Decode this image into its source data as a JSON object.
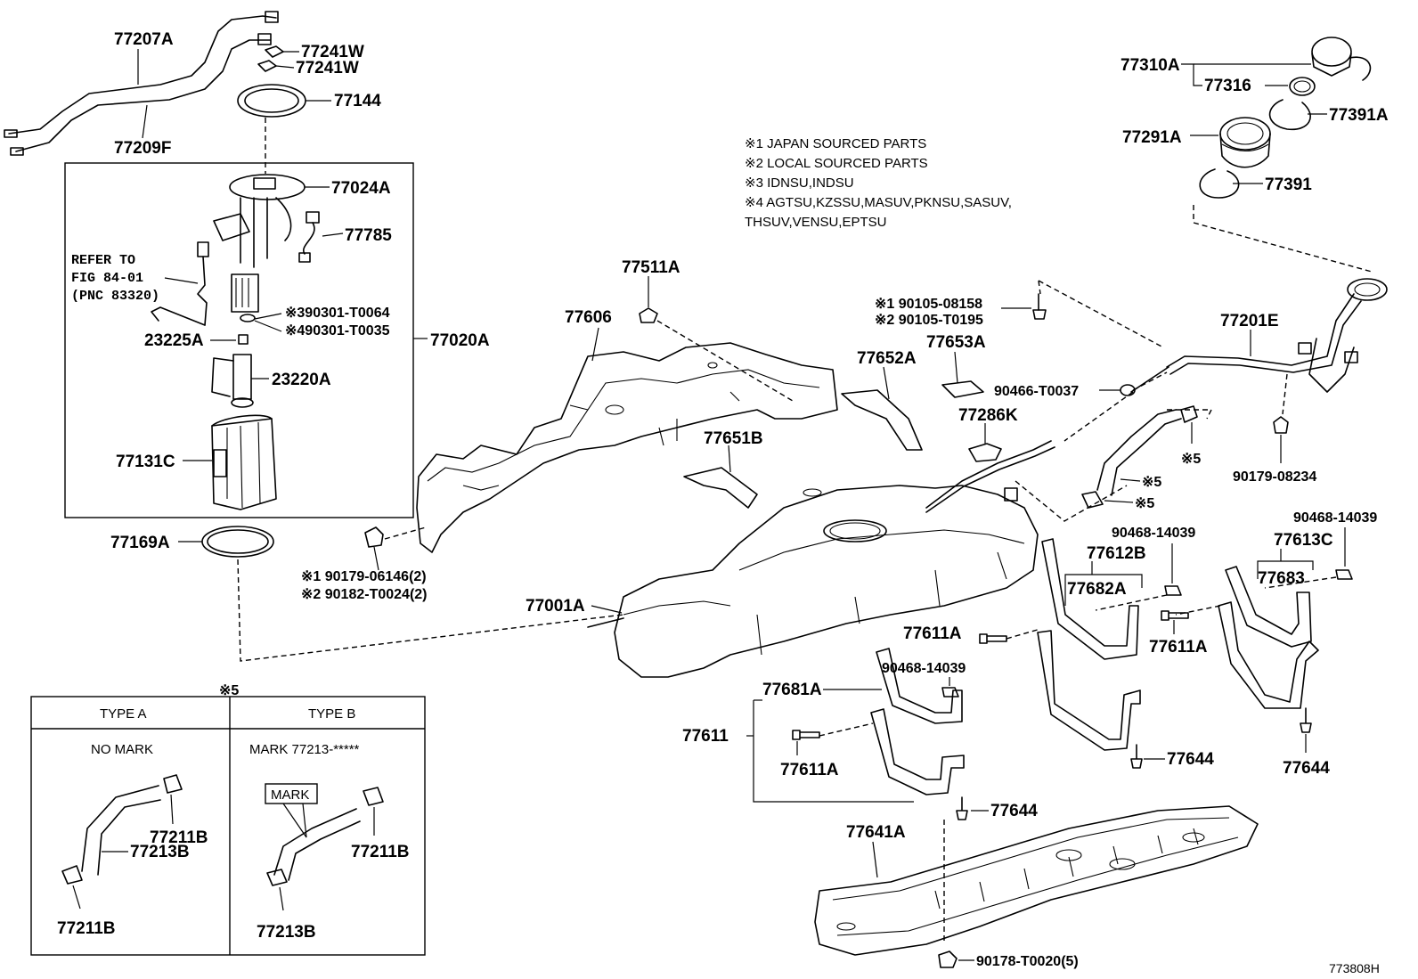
{
  "diagram_code": "773808H",
  "notes": {
    "n1": "※1 JAPAN SOURCED PARTS",
    "n2": "※2 LOCAL SOURCED PARTS",
    "n3": "※3 IDNSU,INDSU",
    "n4a": "※4 AGTSU,KZSSU,MASUV,PKNSU,SASUV,",
    "n4b": "THSUV,VENSU,EPTSU"
  },
  "refer": {
    "line1": "REFER TO",
    "line2": "FIG 84-01",
    "line3": "(PNC 83320)"
  },
  "labels": {
    "p77207A": "77207A",
    "p77209F": "77209F",
    "p77241W_1": "77241W",
    "p77241W_2": "77241W",
    "p77144": "77144",
    "p77024A": "77024A",
    "p77785": "77785",
    "p90301_T0064": "※390301-T0064",
    "p90301_T0035": "※490301-T0035",
    "p77020A": "77020A",
    "p23225A": "23225A",
    "p23220A": "23220A",
    "p77131C": "77131C",
    "p77169A": "77169A",
    "p90179_06146": "※1 90179-06146(2)",
    "p90182_T0024": "※2 90182-T0024(2)",
    "p77511A": "77511A",
    "p77606": "77606",
    "p90105_08158": "※1 90105-08158",
    "p90105_T0195": "※2 90105-T0195",
    "p77653A": "77653A",
    "p77652A": "77652A",
    "p90466_T0037": "90466-T0037",
    "p77286K": "77286K",
    "p77651B": "77651B",
    "p77201E": "77201E",
    "p90179_08234": "90179-08234",
    "p77310A": "77310A",
    "p77316": "77316",
    "p77391A": "77391A",
    "p77291A": "77291A",
    "p77391": "77391",
    "p77001A": "77001A",
    "p90468_a": "90468-14039",
    "p90468_b": "90468-14039",
    "p90468_c": "90468-14039",
    "p77612B": "77612B",
    "p77613C": "77613C",
    "p77682A": "77682A",
    "p77683": "77683",
    "p77611A_1": "77611A",
    "p77611A_2": "77611A",
    "p77611A_3": "77611A",
    "p77681A": "77681A",
    "p77611": "77611",
    "p77644_1": "77644",
    "p77644_2": "77644",
    "p77644_3": "77644",
    "p77641A": "77641A",
    "p90178_T0020": "90178-T0020(5)",
    "mark5_a": "※5",
    "mark5_b": "※5",
    "mark5_c": "※5",
    "mark5_d": "※5"
  },
  "type_table": {
    "marker": "※5",
    "type_a": {
      "header": "TYPE A",
      "mark": "NO MARK",
      "clip_top": "77211B",
      "hose": "77213B",
      "clip_bottom": "77211B"
    },
    "type_b": {
      "header": "TYPE B",
      "mark": "MARK 77213-*****",
      "mark_tag": "MARK",
      "clip_top": "77211B",
      "hose": "77213B"
    }
  }
}
